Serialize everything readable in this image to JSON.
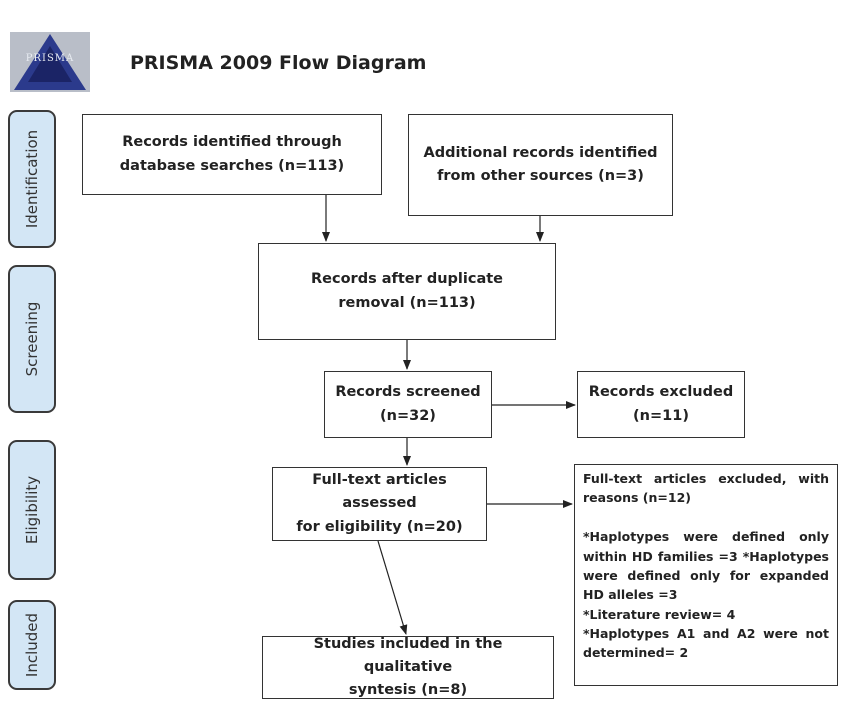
{
  "header": {
    "logo_text": "PRISMA",
    "title": "PRISMA 2009 Flow Diagram"
  },
  "stages": {
    "identification": "Identification",
    "screening": "Screening",
    "eligibility": "Eligibility",
    "included": "Included"
  },
  "boxes": {
    "database_records": "Records identified through\ndatabase searches (n=113)",
    "additional_records": "Additional records identified\nfrom other sources (n=3)",
    "after_duplicates": "Records after duplicate\nremoval  (n=113)",
    "screened": "Records screened\n(n=32)",
    "excluded": "Records excluded\n(n=11)",
    "fulltext_assessed": "Full-text articles assessed\nfor eligibility (n=20)",
    "fulltext_excluded": "Full-text articles excluded, with reasons (n=12)\n\n*Haplotypes were defined only within HD families =3 *Haplotypes were defined  only for expanded HD alleles =3\n*Literature review= 4\n*Haplotypes A1 and A2 were not determined= 2",
    "included_studies": "Studies included in the qualitative\nsyntesis  (n=8)"
  },
  "colors": {
    "stage_fill": "#d3e6f5",
    "border": "#333333"
  }
}
